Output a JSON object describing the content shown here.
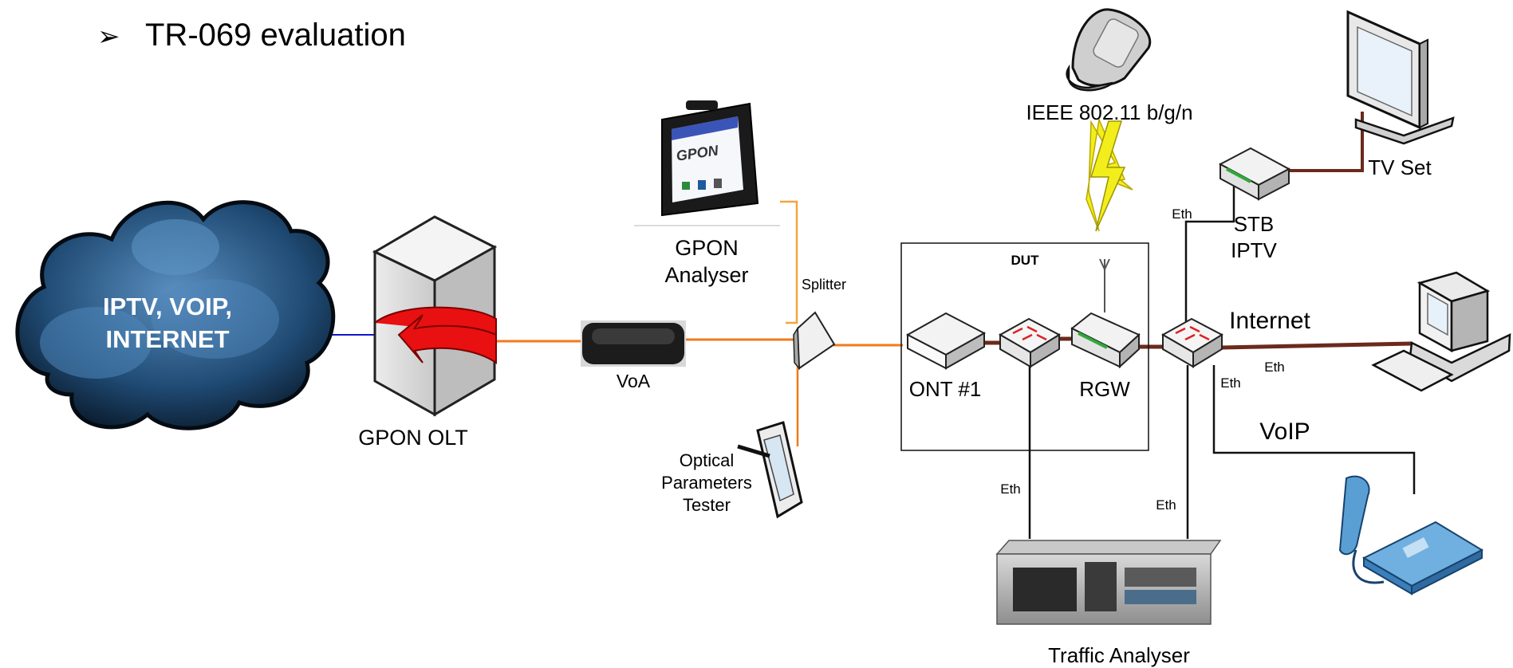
{
  "title": {
    "bullet": "➢",
    "text": "TR-069 evaluation"
  },
  "cloud": {
    "line1": "IPTV, VOIP,",
    "line2": "INTERNET"
  },
  "nodes": {
    "olt": "GPON OLT",
    "voa": "VoA",
    "analyser_line1": "GPON",
    "analyser_line2": "Analyser",
    "splitter": "Splitter",
    "tester_line1": "Optical",
    "tester_line2": "Parameters",
    "tester_line3": "Tester",
    "dut": "DUT",
    "ont": "ONT #1",
    "rgw": "RGW",
    "wifi": "IEEE 802.11 b/g/n",
    "stb_line1": "STB",
    "stb_line2": "IPTV",
    "tv": "TV Set",
    "internet": "Internet",
    "voip": "VoIP",
    "traffic": "Traffic Analyser"
  },
  "links": {
    "eth_stb": "Eth",
    "eth_internet": "Eth",
    "eth_voip": "Eth",
    "eth_traffic_left": "Eth",
    "eth_traffic_right": "Eth"
  },
  "colors": {
    "fiber": "#f07a1c",
    "fiber_light": "#f5a53c",
    "copper": "#6b2a1c",
    "cloud": "#2e5f8e",
    "lightning": "#f2ee1c",
    "cable_blue": "#1018c8"
  }
}
